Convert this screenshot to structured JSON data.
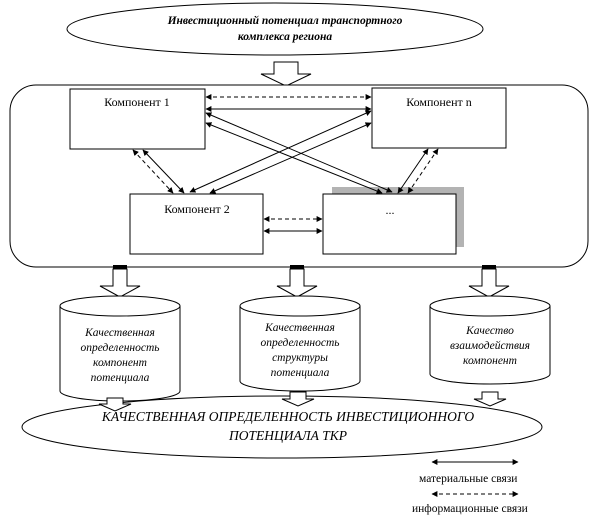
{
  "diagram": {
    "top_ellipse": {
      "line1": "Инвестиционный потенциал транспортного",
      "line2": "комплекса региона"
    },
    "components": {
      "c1": "Компонент 1",
      "cn": "Компонент n",
      "c2": "Компонент 2",
      "cdots": "..."
    },
    "cylinders": [
      {
        "lines": [
          "Качественная",
          "определенность",
          "компонент",
          "потенциала"
        ]
      },
      {
        "lines": [
          "Качественная",
          "определенность",
          "структуры",
          "потенциала"
        ]
      },
      {
        "lines": [
          "Качество",
          "взаимодействия",
          "компонент"
        ]
      }
    ],
    "bottom_ellipse": {
      "line1": "КАЧЕСТВЕННАЯ ОПРЕДЕЛЕННОСТЬ ИНВЕСТИЦИОННОГО",
      "line2": "ПОТЕНЦИАЛА ТКР"
    },
    "legend": {
      "material": "материальные связи",
      "informational": "информационные связи"
    }
  }
}
